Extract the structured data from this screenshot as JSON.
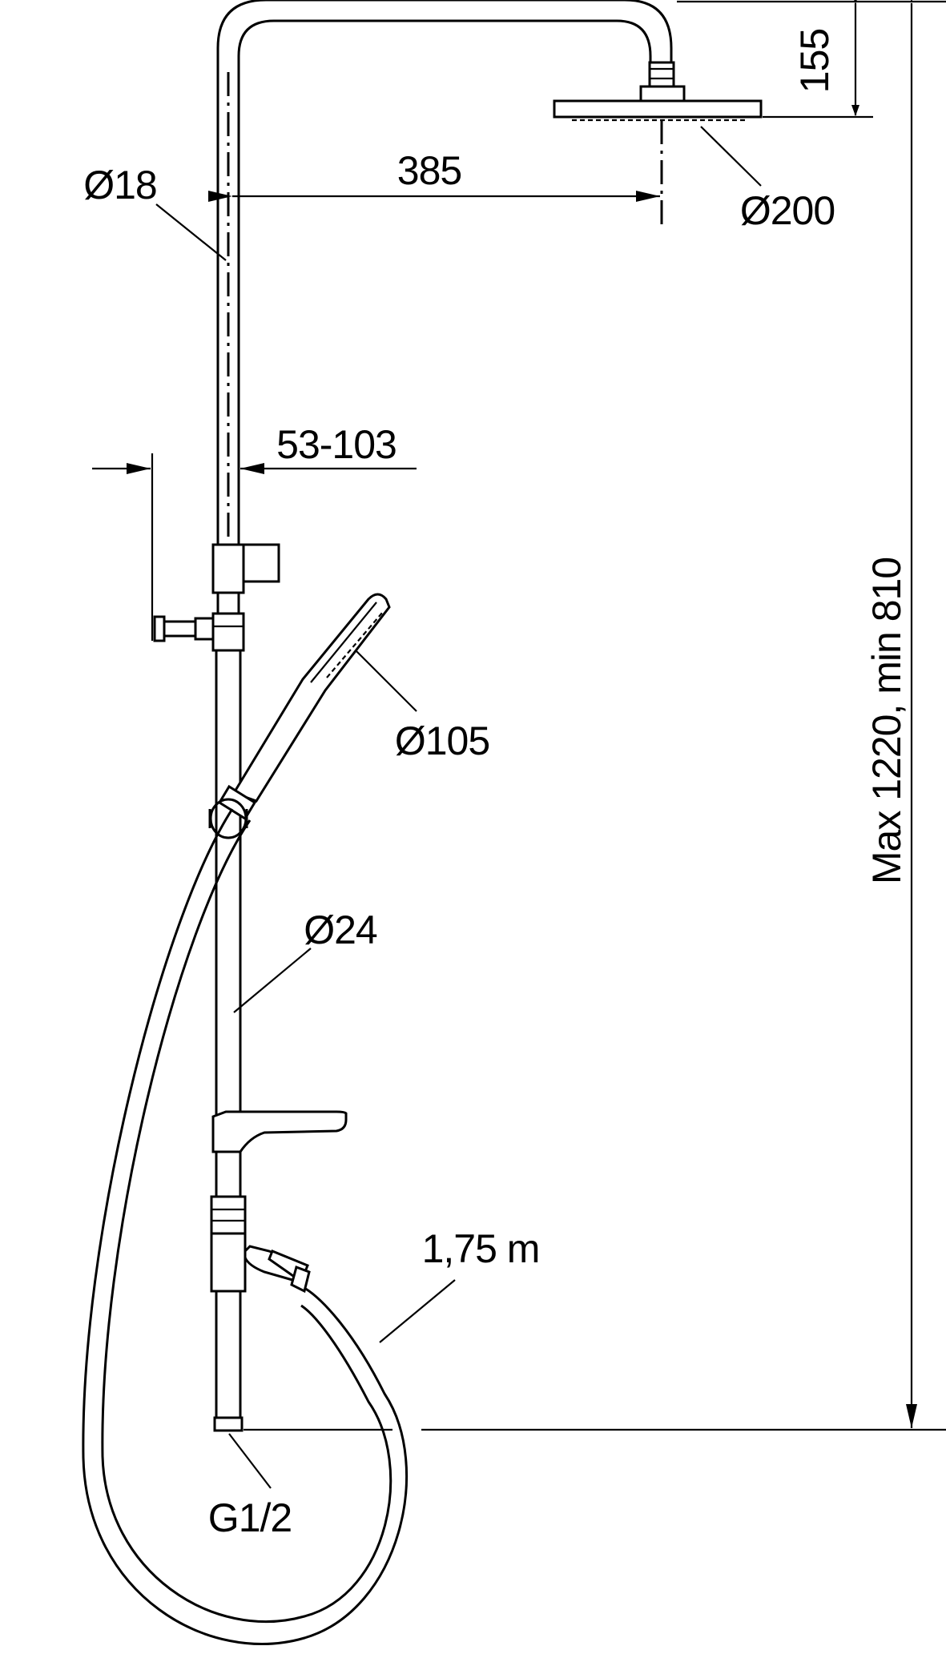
{
  "labels": {
    "rail_diameter": "Ø18",
    "arm_reach": "385",
    "head_diameter": "Ø200",
    "head_height": "155",
    "wall_distance": "53-103",
    "handshower_diameter": "Ø105",
    "bar_diameter": "Ø24",
    "hose_length": "1,75 m",
    "connection": "G1/2",
    "total_height": "Max 1220, min 810"
  },
  "colors": {
    "line": "#000000",
    "background": "#ffffff"
  }
}
